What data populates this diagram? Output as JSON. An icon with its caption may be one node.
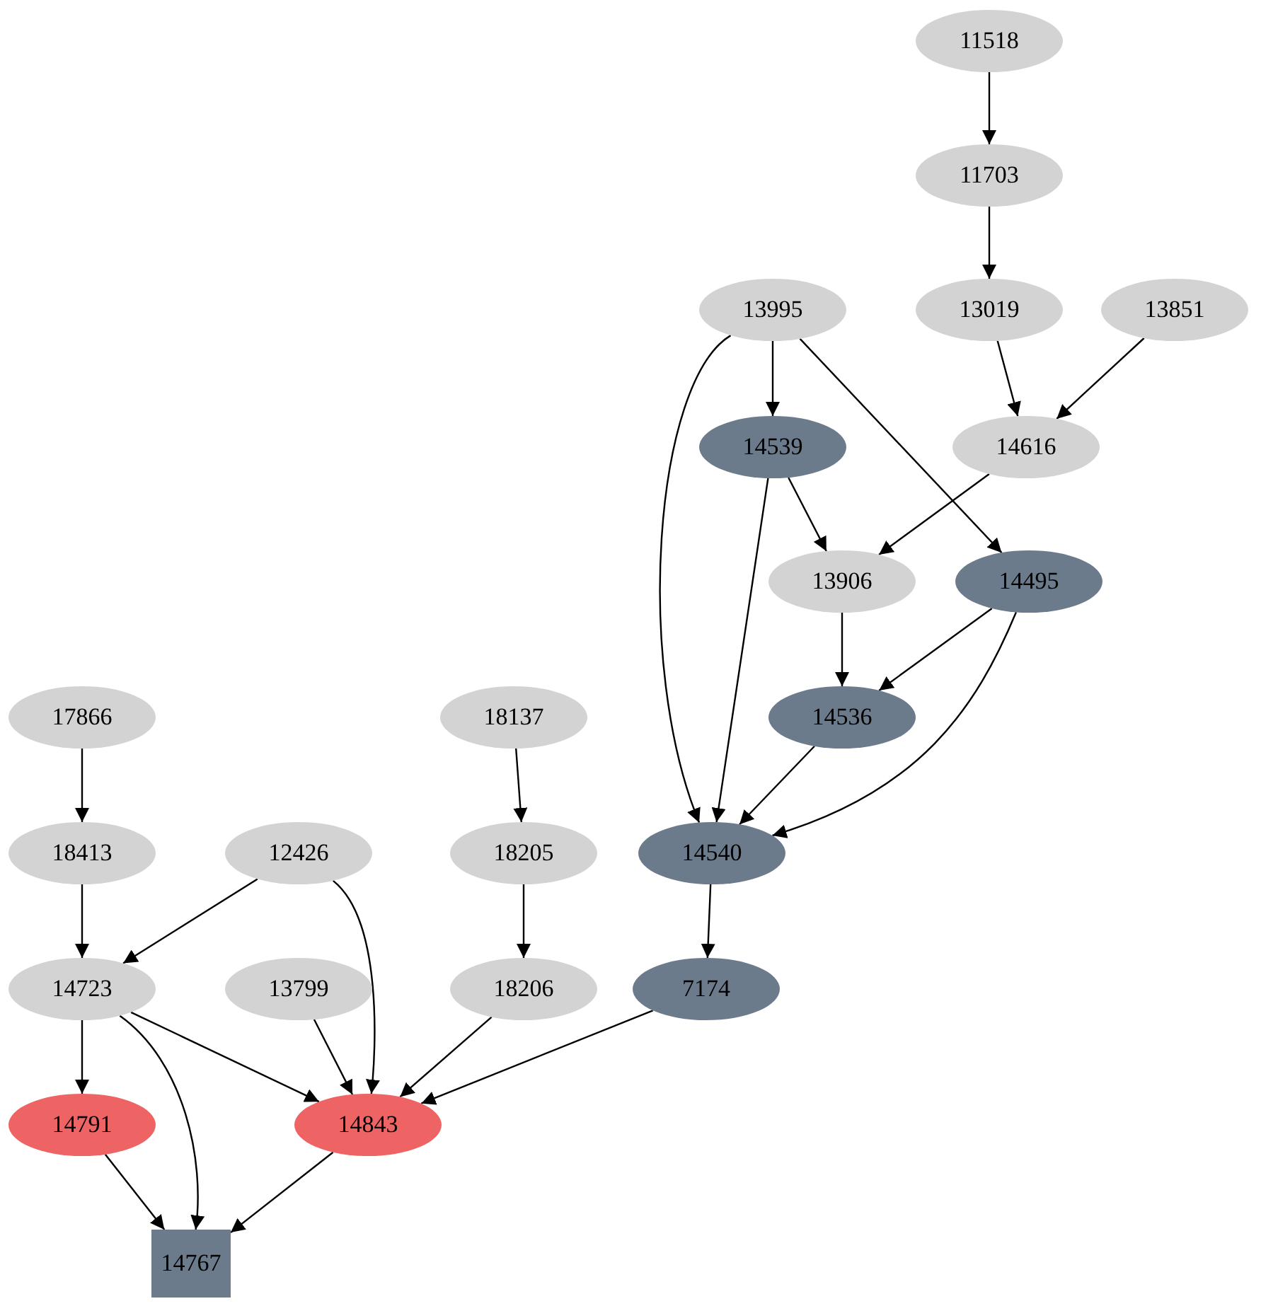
{
  "diagram": {
    "nodes": [
      {
        "text": [
          "11518"
        ]
      },
      {
        "text": [
          "11703"
        ]
      },
      {
        "text": [
          "13995"
        ]
      },
      {
        "text": [
          "13019"
        ]
      },
      {
        "text": [
          "13851"
        ]
      },
      {
        "text": [
          "14539"
        ]
      },
      {
        "text": [
          "14616"
        ]
      },
      {
        "text": [
          "13906"
        ]
      },
      {
        "text": [
          "14495"
        ]
      },
      {
        "text": [
          "17866"
        ]
      },
      {
        "text": [
          "18137"
        ]
      },
      {
        "text": [
          "14536"
        ]
      },
      {
        "text": [
          "18413"
        ]
      },
      {
        "text": [
          "12426"
        ]
      },
      {
        "text": [
          "18205"
        ]
      },
      {
        "text": [
          "14540"
        ]
      },
      {
        "text": [
          "14723"
        ]
      },
      {
        "text": [
          "13799"
        ]
      },
      {
        "text": [
          "18206"
        ]
      },
      {
        "text": [
          "7174"
        ]
      },
      {
        "text": [
          "14791"
        ]
      },
      {
        "text": [
          "14843"
        ]
      },
      {
        "text": [
          "14767"
        ]
      }
    ],
    "edges": [
      {
        "from": 0,
        "to": 1,
        "arrow": "to"
      },
      {
        "from": 1,
        "to": 3,
        "arrow": "to"
      },
      {
        "from": 3,
        "to": 6,
        "arrow": "to"
      },
      {
        "from": 4,
        "to": 6,
        "arrow": "to"
      },
      {
        "from": 2,
        "to": 5,
        "arrow": "to"
      },
      {
        "from": 2,
        "to": 15,
        "arrow": "to"
      },
      {
        "from": 2,
        "to": 8,
        "arrow": "to"
      },
      {
        "from": 5,
        "to": 7,
        "arrow": "to"
      },
      {
        "from": 5,
        "to": 15,
        "arrow": "to"
      },
      {
        "from": 6,
        "to": 7,
        "arrow": "to"
      },
      {
        "from": 8,
        "to": 11,
        "arrow": "to"
      },
      {
        "from": 7,
        "to": 11,
        "arrow": "to"
      },
      {
        "from": 8,
        "to": 15,
        "arrow": "to"
      },
      {
        "from": 11,
        "to": 15,
        "arrow": "to"
      },
      {
        "from": 9,
        "to": 12,
        "arrow": "to"
      },
      {
        "from": 10,
        "to": 14,
        "arrow": "to"
      },
      {
        "from": 12,
        "to": 16,
        "arrow": "to"
      },
      {
        "from": 13,
        "to": 16,
        "arrow": "to"
      },
      {
        "from": 13,
        "to": 21,
        "arrow": "to"
      },
      {
        "from": 14,
        "to": 18,
        "arrow": "to"
      },
      {
        "from": 15,
        "to": 19,
        "arrow": "to"
      },
      {
        "from": 16,
        "to": 20,
        "arrow": "to"
      },
      {
        "from": 16,
        "to": 21,
        "arrow": "to"
      },
      {
        "from": 16,
        "to": 22,
        "arrow": "to"
      },
      {
        "from": 17,
        "to": 21,
        "arrow": "to"
      },
      {
        "from": 18,
        "to": 21,
        "arrow": "to"
      },
      {
        "from": 19,
        "to": 21,
        "arrow": "to"
      },
      {
        "from": 20,
        "to": 22,
        "arrow": "to"
      },
      {
        "from": 21,
        "to": 22,
        "arrow": "to"
      }
    ]
  }
}
